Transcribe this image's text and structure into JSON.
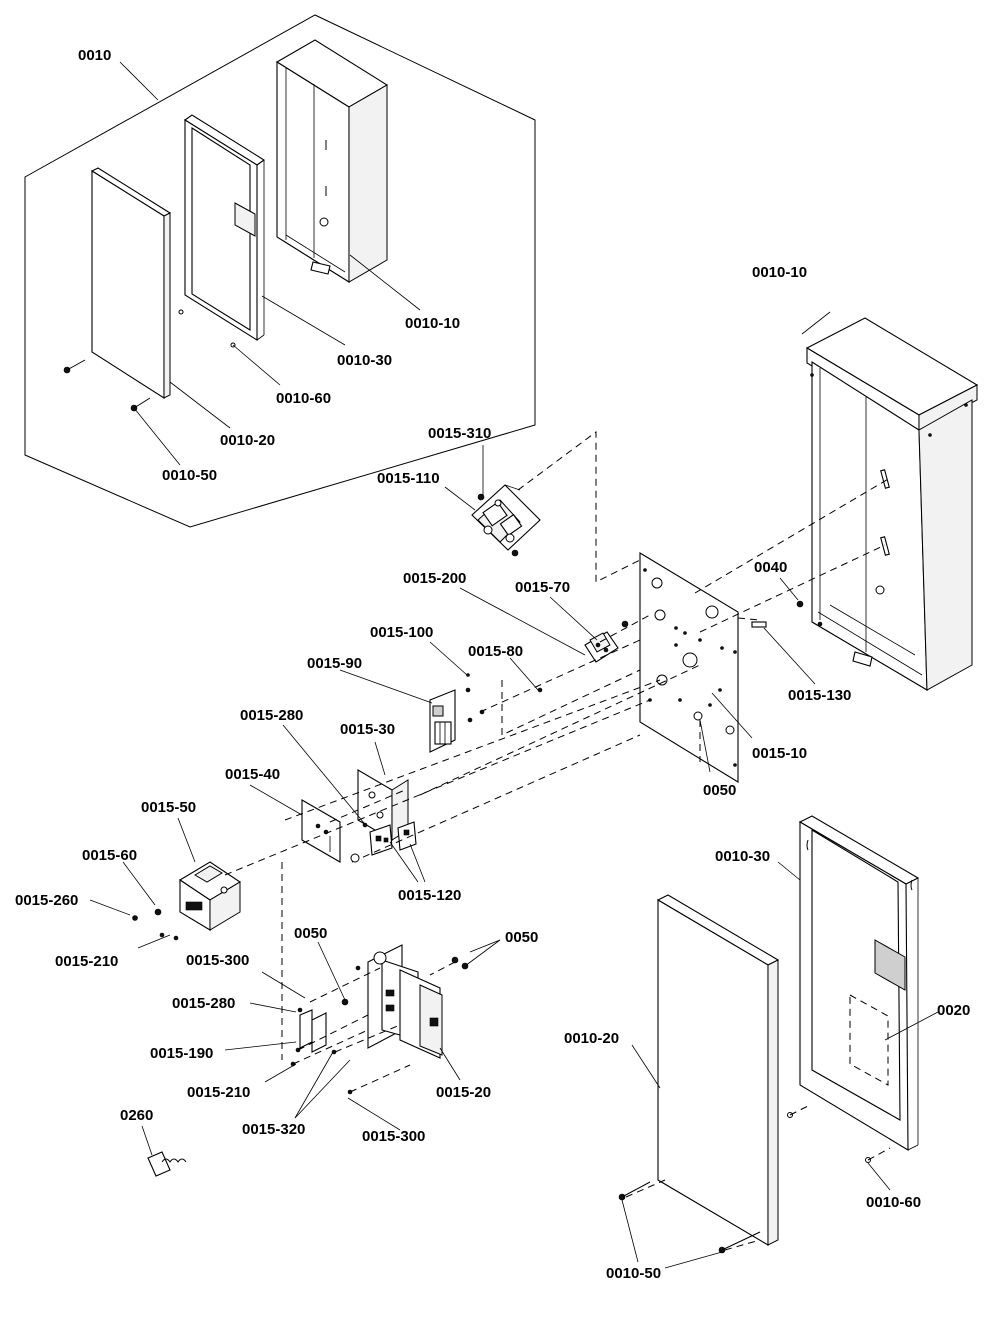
{
  "callouts": {
    "c0010": "0010",
    "c0010_10_inset": "0010-10",
    "c0010_30_inset": "0010-30",
    "c0010_60_inset": "0010-60",
    "c0010_20_inset": "0010-20",
    "c0010_50_inset": "0010-50",
    "c0010_10": "0010-10",
    "c0015_310": "0015-310",
    "c0015_110": "0015-110",
    "c0015_200": "0015-200",
    "c0015_70": "0015-70",
    "c0040": "0040",
    "c0015_100": "0015-100",
    "c0015_90": "0015-90",
    "c0015_80": "0015-80",
    "c0015_130": "0015-130",
    "c0015_280a": "0015-280",
    "c0015_30": "0015-30",
    "c0015_10": "0015-10",
    "c0050a": "0050",
    "c0015_40": "0015-40",
    "c0015_50": "0015-50",
    "c0015_60": "0015-60",
    "c0015_260": "0015-260",
    "c0015_120": "0015-120",
    "c0010_30": "0010-30",
    "c0015_210a": "0015-210",
    "c0050b": "0050",
    "c0050c": "0050",
    "c0015_300a": "0015-300",
    "c0015_280b": "0015-280",
    "c0020": "0020",
    "c0015_190": "0015-190",
    "c0010_20": "0010-20",
    "c0015_210b": "0015-210",
    "c0015_20": "0015-20",
    "c0015_320": "0015-320",
    "c0015_300b": "0015-300",
    "c0260": "0260",
    "c0010_60": "0010-60",
    "c0010_50": "0010-50"
  }
}
